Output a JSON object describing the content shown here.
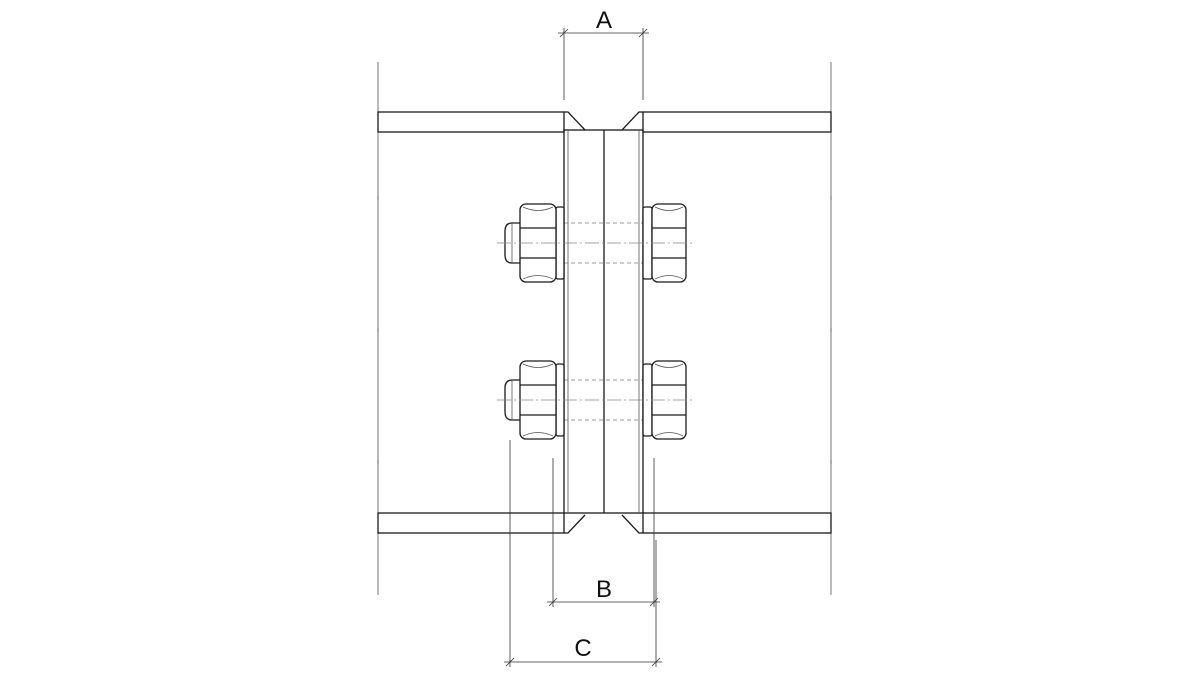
{
  "diagram": {
    "dimension_labels": {
      "a": "A",
      "b": "B",
      "c": "C"
    },
    "bolts": [
      {
        "name": "upper-bolt"
      },
      {
        "name": "lower-bolt"
      }
    ]
  }
}
